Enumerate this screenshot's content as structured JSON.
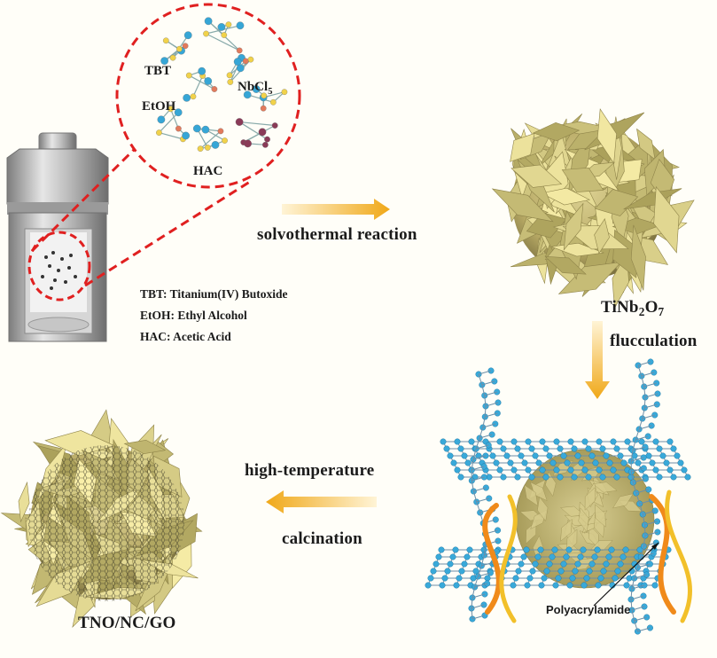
{
  "labels": {
    "tbt": "TBT",
    "nbcl_main": "NbCl",
    "nbcl_sub": "5",
    "etoh": "EtOH",
    "hac": "HAC",
    "solvothermal": "solvothermal  reaction",
    "tno_formula": {
      "a": "TiNb",
      "b": "2",
      "c": "O",
      "d": "7"
    },
    "flocculation": "flucculation",
    "high_temperature": "high-temperature",
    "calcination": "calcination",
    "product": "TNO/NC/GO",
    "polymer": "Polyacrylamide"
  },
  "legend": [
    "TBT: Titanium(IV) Butoxide",
    "EtOH: Ethyl Alcohol",
    "HAC: Acetic Acid"
  ],
  "colors": {
    "flower": "#cfc27e",
    "flower_dark": "#8f844a",
    "graphene": "#39a9d9",
    "arrow": "#f0ad1e",
    "dash": "#e02020",
    "polymer": "#f08a1a"
  }
}
